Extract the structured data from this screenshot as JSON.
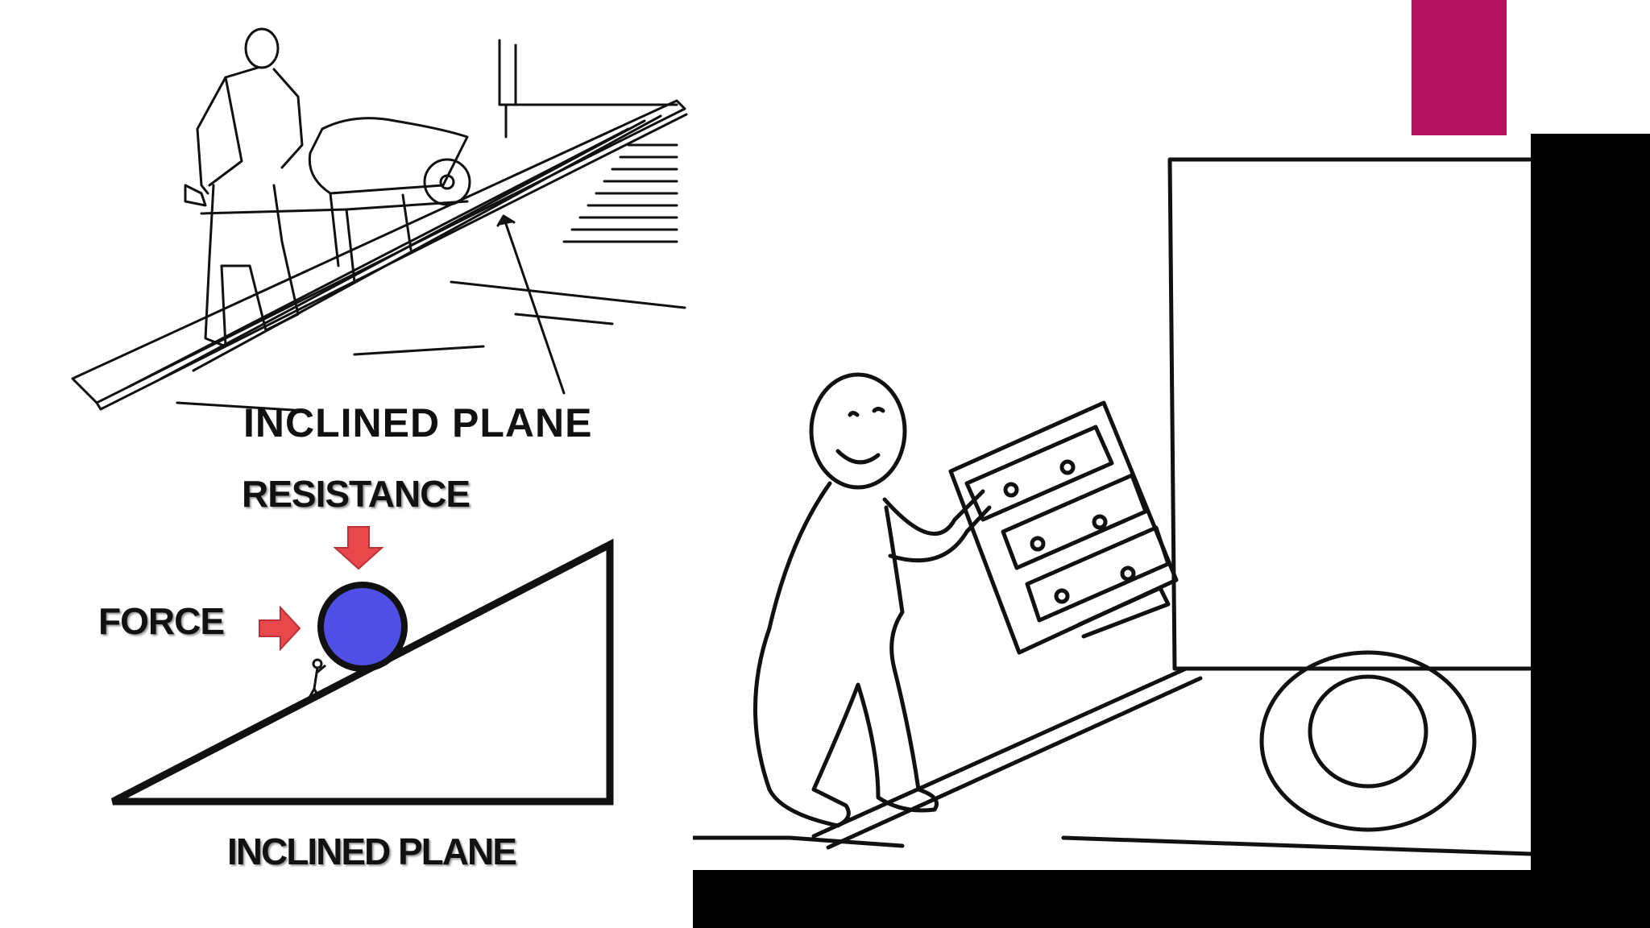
{
  "panels": {
    "wheelbarrow": {
      "caption": "INCLINED PLANE"
    },
    "triangle_diagram": {
      "top_label": "RESISTANCE",
      "side_label": "FORCE",
      "caption": "INCLINED PLANE",
      "arrow_color": "#e8474c",
      "ball_color": "#4f4fe6"
    },
    "moving_cartoon": {}
  },
  "decor": {
    "accent_color": "#b5135f",
    "frame_color": "#000000"
  }
}
